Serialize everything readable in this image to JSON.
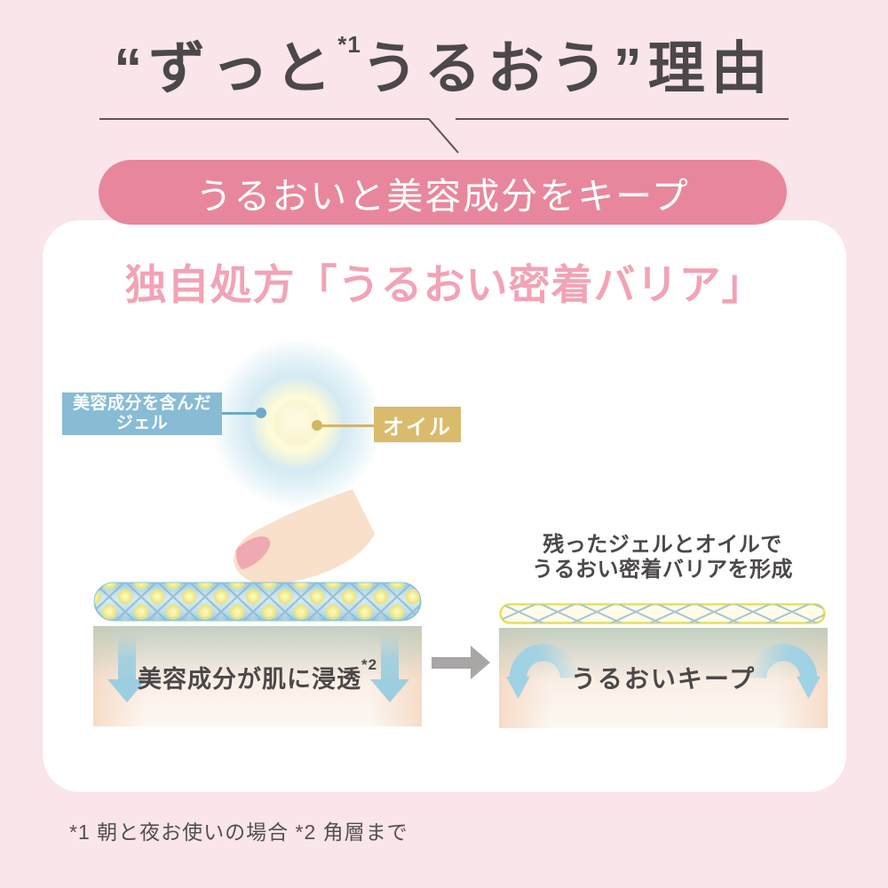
{
  "header": {
    "title": {
      "open_quote": "“",
      "word1": "ずっと",
      "footnote_ref": "*1",
      "word2": "うるおう",
      "close_quote": "”",
      "suffix": "理由"
    },
    "badge": "うるおいと美容成分をキープ"
  },
  "card": {
    "heading": "独自処方「うるおい密着バリア」",
    "callouts": {
      "gel": {
        "line1": "美容成分を含んだ",
        "line2": "ジェル",
        "color": "#87BCD4"
      },
      "oil": {
        "label": "オイル",
        "color": "#D9BB6B"
      }
    },
    "before_panel": {
      "caption": "美容成分が肌に浸透",
      "caption_ref": "*2"
    },
    "after_panel": {
      "title_line1": "残ったジェルとオイルで",
      "title_line2": "うるおい密着バリアを形成",
      "caption": "うるおいキープ"
    }
  },
  "footnotes": {
    "text": "*1 朝と夜お使いの場合 *2 角層まで"
  },
  "accent_colors": {
    "background_pink": "#F9E5EA",
    "badge_pink": "#E8879C",
    "heading_pink": "#F2A3B6",
    "text_gray": "#4C4849",
    "gel_blue": "#87BCD4",
    "oil_gold": "#D9BB6B",
    "arrow_blue": "#9CCEDF"
  }
}
